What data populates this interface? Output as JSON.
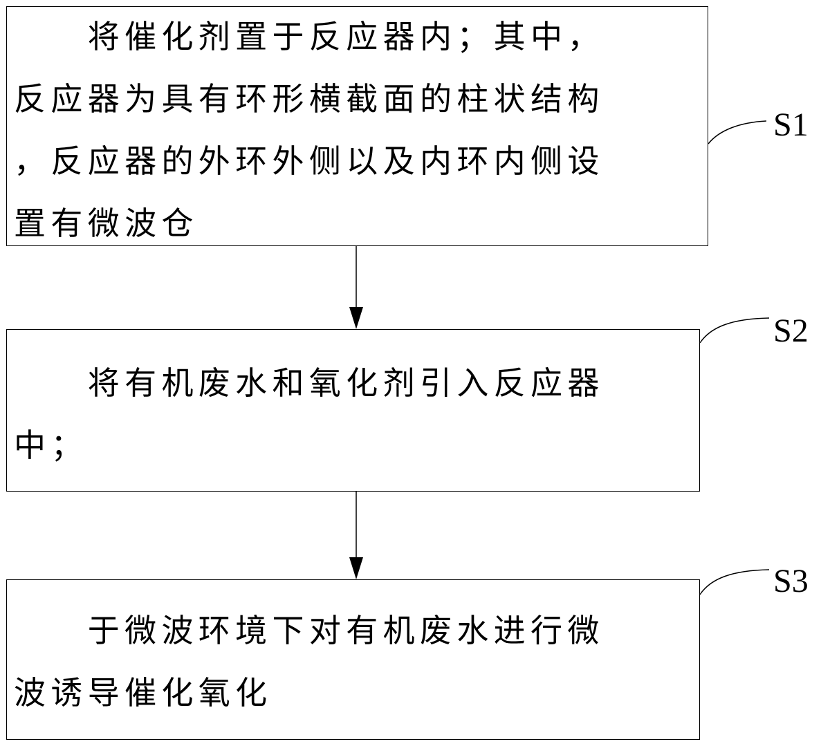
{
  "steps": [
    {
      "label": "S1",
      "lines": [
        "　　将催化剂置于反应器内；其中，",
        "反应器为具有环形横截面的柱状结构",
        "，反应器的外环外侧以及内环内侧设",
        "置有微波仓"
      ]
    },
    {
      "label": "S2",
      "lines": [
        "　　将有机废水和氧化剂引入反应器",
        "中；"
      ]
    },
    {
      "label": "S3",
      "lines": [
        "　　于微波环境下对有机废水进行微",
        "波诱导催化氧化"
      ]
    }
  ]
}
